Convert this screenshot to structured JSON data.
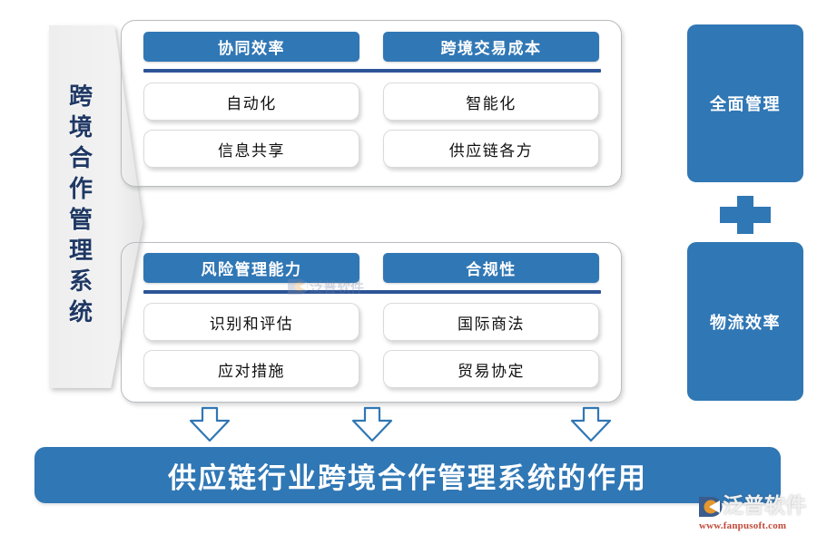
{
  "left_banner": {
    "label": "跨境合作管理系统",
    "fill_color": "#f0f0f0"
  },
  "groups": [
    {
      "id": "group-top",
      "headers": [
        "协同效率",
        "跨境交易成本"
      ],
      "columns": [
        {
          "items": [
            "自动化",
            "信息共享"
          ]
        },
        {
          "items": [
            "智能化",
            "供应链各方"
          ]
        }
      ]
    },
    {
      "id": "group-bottom",
      "headers": [
        "风险管理能力",
        "合规性"
      ],
      "columns": [
        {
          "items": [
            "识别和评估",
            "应对措施"
          ]
        },
        {
          "items": [
            "国际商法",
            "贸易协定"
          ]
        }
      ]
    }
  ],
  "pillars": [
    {
      "label": "全面管理"
    },
    {
      "label": "物流效率"
    }
  ],
  "connector": {
    "icon": "plus-icon"
  },
  "arrows": [
    {
      "icon": "arrow-down-icon"
    },
    {
      "icon": "arrow-down-icon"
    },
    {
      "icon": "arrow-down-icon"
    }
  ],
  "bottom_banner": {
    "title": "供应链行业跨境合作管理系统的作用"
  },
  "logo": {
    "brand": "泛普软件",
    "url": "www.fanpusoft.com",
    "icon": "fanpu-logo-icon"
  },
  "watermark": {
    "brand": "泛普软件"
  },
  "colors": {
    "accent_blue": "#3077b5",
    "divider_navy": "#2d5496",
    "banner_gray": "#f0f0f0",
    "border_gray": "#b8bcc0",
    "banner_text": "#1f3864",
    "logo_url_red": "#c24a3a"
  }
}
